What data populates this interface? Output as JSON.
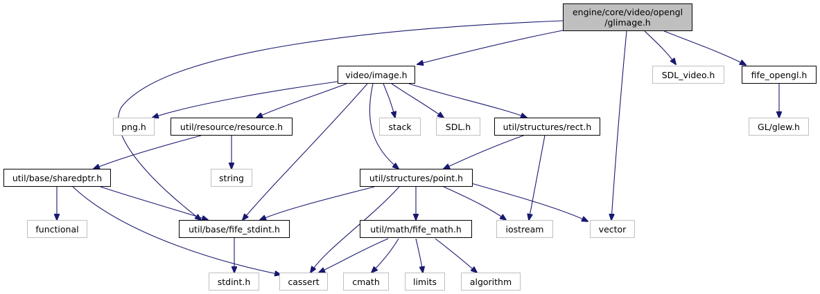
{
  "graph": {
    "root": {
      "line1": "engine/core/video/opengl",
      "line2": "/glimage.h"
    },
    "nodes": {
      "video_image": "video/image.h",
      "sdl_video": "SDL_video.h",
      "fife_opengl": "fife_opengl.h",
      "png": "png.h",
      "resource": "util/resource/resource.h",
      "stack": "stack",
      "sdl": "SDL.h",
      "rect": "util/structures/rect.h",
      "glew": "GL/glew.h",
      "sharedptr": "util/base/sharedptr.h",
      "string": "string",
      "point": "util/structures/point.h",
      "functional": "functional",
      "fife_stdint": "util/base/fife_stdint.h",
      "fife_math": "util/math/fife_math.h",
      "iostream": "iostream",
      "vector": "vector",
      "stdint": "stdint.h",
      "cassert": "cassert",
      "cmath": "cmath",
      "limits": "limits",
      "algorithm": "algorithm"
    },
    "edge_color": "#191970",
    "external_border_color": "#bfbfbf",
    "root_fill_color": "#bfbfbf"
  }
}
